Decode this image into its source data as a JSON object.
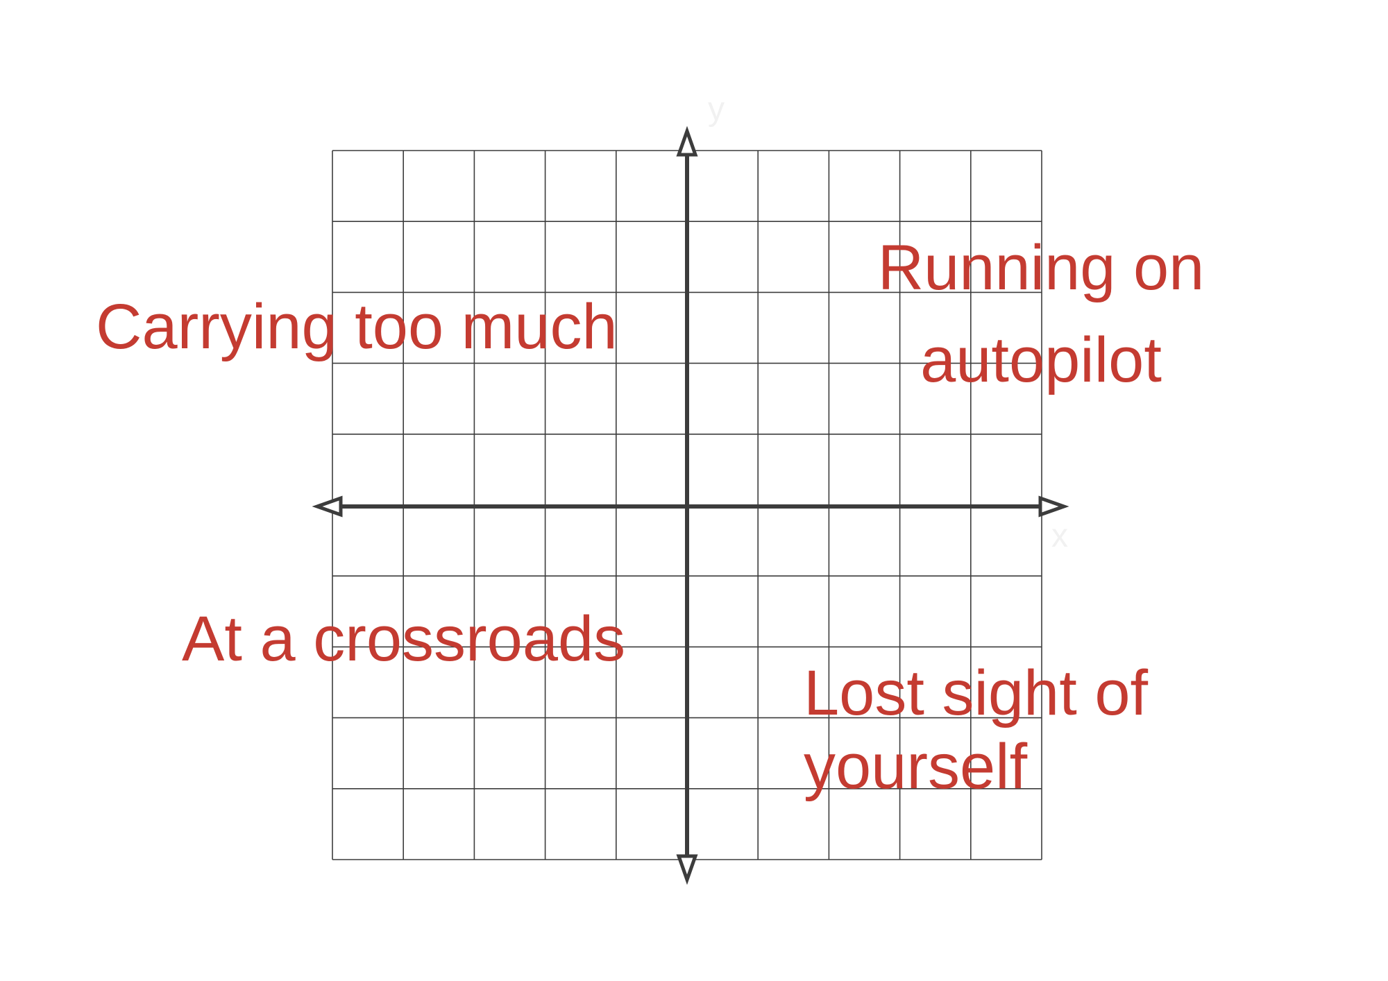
{
  "colors": {
    "label": "#c43b31",
    "grid": "#3c3c3c",
    "axis": "#3c3c3c",
    "axis_letter": "#f1f1f1",
    "background": "#ffffff"
  },
  "grid": {
    "columns": 10,
    "rows": 10
  },
  "axes": {
    "x_letter": "x",
    "y_letter": "y"
  },
  "quadrants": {
    "top_left": "Carrying too much",
    "top_right_line1": "Running on",
    "top_right_line2": "autopilot",
    "bottom_left": "At a crossroads",
    "bottom_right_line1": "Lost sight of",
    "bottom_right_line2": "yourself"
  }
}
